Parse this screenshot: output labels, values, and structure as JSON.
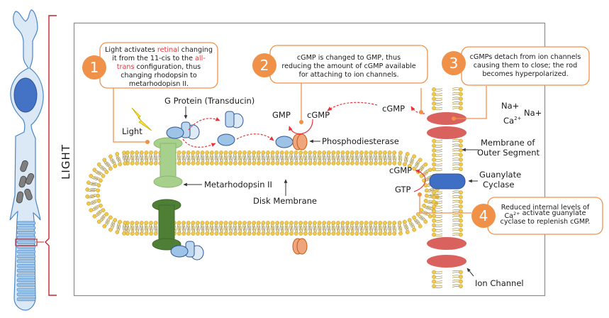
{
  "side_label": "LIGHT",
  "colors": {
    "accent_orange": "#f0914a",
    "callout_border": "#f0914a",
    "arrow_red": "#e8333a",
    "lipid_head": "#f2c94c",
    "lipid_tail": "#a08a3c",
    "ion_channel": "#d9625e",
    "guanylate_cyclase": "#3f6fc4",
    "metarhodopsin": "#a8d08d",
    "rhodopsin_dark": "#4f7f35",
    "pde": "#f0a67c",
    "transducin": "#9dc3e6",
    "rod_cell_fill": "#dbe9f6",
    "rod_cell_stroke": "#4a86c5",
    "nucleus": "#4472c4",
    "bracket_red": "#c0272d"
  },
  "steps": [
    {
      "number": "1",
      "lines": [
        [
          {
            "t": "Light activates "
          },
          {
            "t": "retinal",
            "red": true
          },
          {
            "t": " changing"
          }
        ],
        [
          {
            "t": "it from the 11-cis to the "
          },
          {
            "t": "all-",
            "red": true
          }
        ],
        [
          {
            "t": "trans",
            "red": true
          },
          {
            "t": " configuration, thus"
          }
        ],
        [
          {
            "t": "changing rhodopsin to"
          }
        ],
        [
          {
            "t": "metarhodopisn II."
          }
        ]
      ]
    },
    {
      "number": "2",
      "lines": [
        [
          {
            "t": "cGMP is changed to GMP, thus"
          }
        ],
        [
          {
            "t": "reducing the amount of cGMP available"
          }
        ],
        [
          {
            "t": "for attaching to ion channels."
          }
        ]
      ]
    },
    {
      "number": "3",
      "lines": [
        [
          {
            "t": "cGMPs detach from ion channels"
          }
        ],
        [
          {
            "t": "causing them to close; the rod"
          }
        ],
        [
          {
            "t": "becomes hyperpolarized."
          }
        ]
      ]
    },
    {
      "number": "4",
      "lines": [
        [
          {
            "t": "Reduced internal levels of"
          }
        ],
        [
          {
            "t": "Ca"
          },
          {
            "t": "2+",
            "sup": true
          },
          {
            "t": " activate guanylate"
          }
        ],
        [
          {
            "t": "cyclase to replenish cGMP."
          }
        ]
      ]
    }
  ],
  "labels": {
    "g_protein": "G Protein (Transducin)",
    "light": "Light",
    "gmp": "GMP",
    "cgmp_pde": "cGMP",
    "cgmp_free": "cGMP",
    "phosphodiesterase": "Phosphodiesterase",
    "metarhodopsin": "Metarhodopsin II",
    "disk_membrane": "Disk Membrane",
    "na1": "Na+",
    "na2": "Na+",
    "ca": "Ca",
    "ca_sup": "2+",
    "membrane_outer_1": "Membrane of",
    "membrane_outer_2": "Outer Segment",
    "cgmp_gc": "cGMP",
    "gtp": "GTP",
    "guanylate_1": "Guanylate",
    "guanylate_2": "Cyclase",
    "ion_channel": "Ion Channel"
  }
}
